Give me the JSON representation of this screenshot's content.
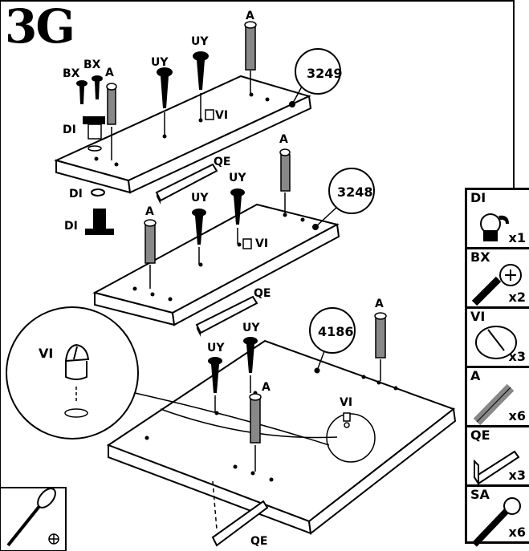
{
  "step": "3G",
  "panels": {
    "top": "3249",
    "middle": "3248",
    "bottom": "4186"
  },
  "labels": {
    "A": "A",
    "UY": "UY",
    "BX": "BX",
    "DI": "DI",
    "VI": "VI",
    "QE": "QE"
  },
  "parts": [
    {
      "code": "DI",
      "qty": "x1",
      "icon": "lock-cam-icon"
    },
    {
      "code": "BX",
      "qty": "x2",
      "icon": "screw-icon"
    },
    {
      "code": "VI",
      "qty": "x3",
      "icon": "cam-lock-icon"
    },
    {
      "code": "A",
      "qty": "x6",
      "icon": "dowel-bolt-icon"
    },
    {
      "code": "QE",
      "qty": "x3",
      "icon": "rail-icon"
    },
    {
      "code": "SA",
      "qty": "x6",
      "icon": "long-screw-icon"
    }
  ]
}
